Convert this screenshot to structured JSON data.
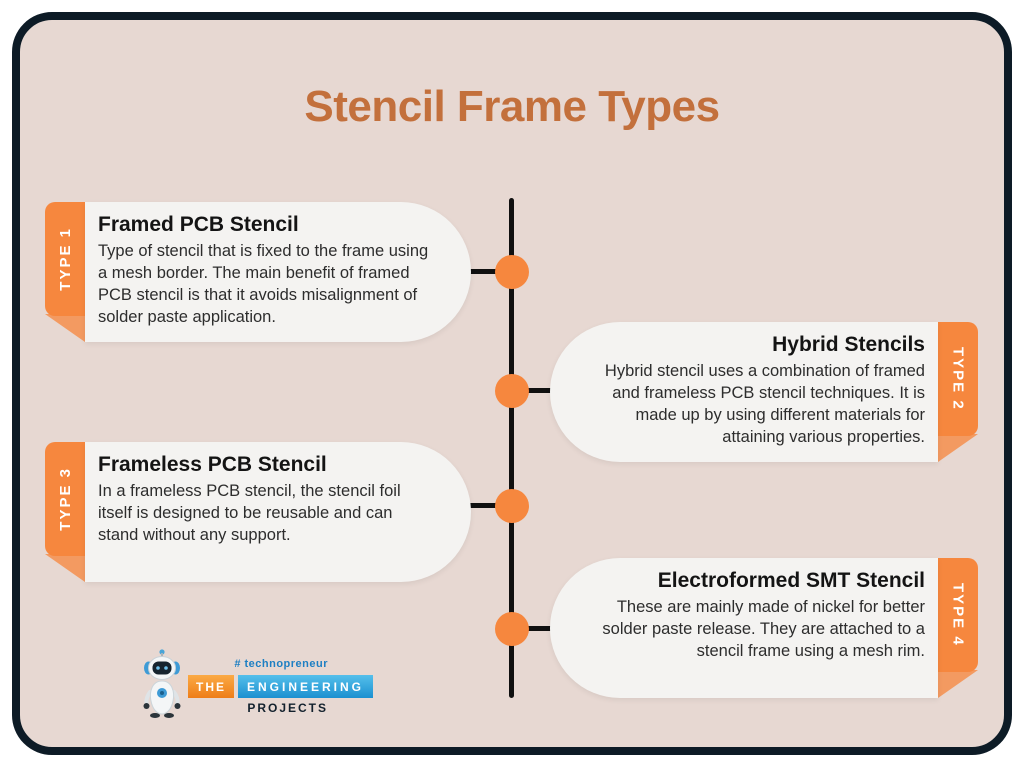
{
  "page": {
    "title": "Stencil Frame Types"
  },
  "colors": {
    "background_panel": "#e7d8d2",
    "frame_border_navy": "#0d1b26",
    "accent_orange": "#f6873e",
    "tab_fold_orange": "#f39a61",
    "title_text": "#c3703c",
    "card_background": "#f4f3f1",
    "timeline_black": "#101010",
    "logo_blue": "#1d7fc3"
  },
  "cards": [
    {
      "type_label": "TYPE 1",
      "side": "left",
      "title": "Framed PCB Stencil",
      "body": "Type of stencil that is fixed to the frame using a mesh border. The main benefit of framed PCB stencil is that it avoids misalignment of solder paste application."
    },
    {
      "type_label": "TYPE 2",
      "side": "right",
      "title": "Hybrid Stencils",
      "body": "Hybrid stencil uses a combination of framed and frameless PCB stencil techniques. It is made up by using different materials for attaining various properties."
    },
    {
      "type_label": "TYPE 3",
      "side": "left",
      "title": "Frameless PCB Stencil",
      "body": "In a frameless PCB stencil, the stencil foil itself is designed to be reusable and can stand without any support."
    },
    {
      "type_label": "TYPE 4",
      "side": "right",
      "title": "Electroformed SMT Stencil",
      "body": "These are mainly made of nickel for better solder paste release. They are attached to a stencil frame using a mesh rim."
    }
  ],
  "logo": {
    "hashtag": "# technopreneur",
    "brand_the": "THE",
    "brand_engineering": "ENGINEERING",
    "brand_projects": "PROJECTS",
    "mascot": "robot-mascot-icon"
  }
}
